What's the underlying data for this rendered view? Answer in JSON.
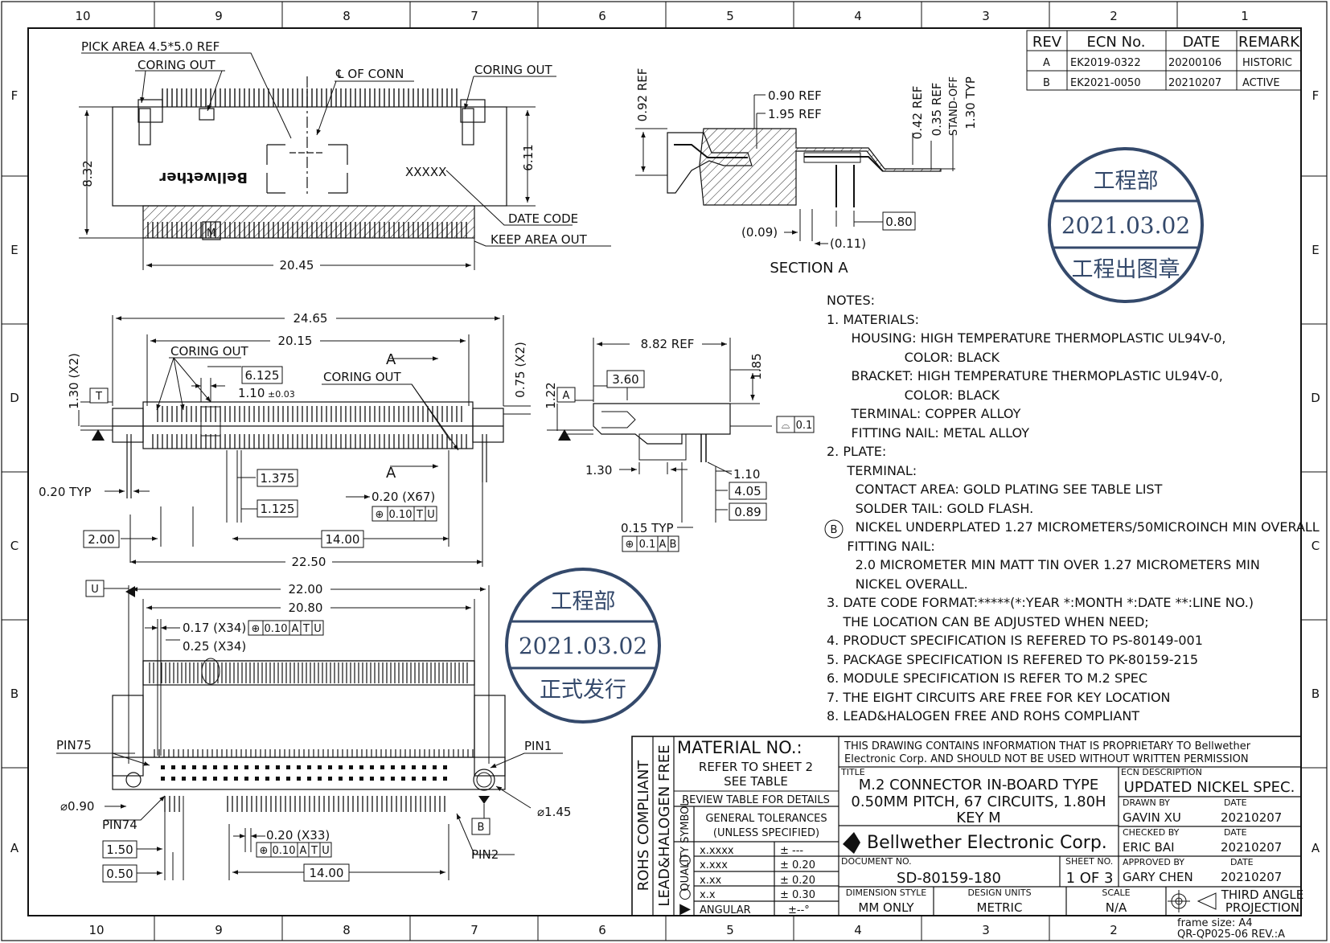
{
  "border": {
    "columns": [
      "10",
      "9",
      "8",
      "7",
      "6",
      "5",
      "4",
      "3",
      "2",
      "1"
    ],
    "rows": [
      "F",
      "E",
      "D",
      "C",
      "B",
      "A"
    ]
  },
  "revisions": {
    "headers": [
      "REV",
      "ECN No.",
      "DATE",
      "REMARK"
    ],
    "rows": [
      [
        "A",
        "EK2019-0322",
        "20200106",
        "HISTORIC"
      ],
      [
        "B",
        "EK2021-0050",
        "20210207",
        "ACTIVE"
      ]
    ]
  },
  "top_view": {
    "pick_area": "PICK AREA 4.5*5.0 REF",
    "coring_out_left": "CORING OUT",
    "coring_out_right": "CORING OUT",
    "conn_center": "℄ OF CONN",
    "height": "8.32",
    "inner_height": "6.11",
    "width": "20.45",
    "logo_mirror": "Bellwether",
    "marking": "XXXXX",
    "date_code": "DATE CODE",
    "keep_area": "KEEP AREA OUT",
    "key_mark": "M"
  },
  "section_a": {
    "title": "SECTION A",
    "d1": "0.92 REF",
    "d2": "0.90 REF",
    "d3": "1.95 REF",
    "d4": "0.42 REF",
    "d5": "0.35 REF",
    "d6": "STAND-OFF",
    "d7": "1.30 TYP",
    "d8": "(0.09)",
    "d9": "(0.11)",
    "d10": "0.80"
  },
  "front_view": {
    "d_total": "24.65",
    "d_inner": "20.15",
    "coring_out_1": "CORING OUT",
    "coring_out_2": "CORING OUT",
    "section_mark": "A",
    "section_mark_2": "A",
    "d_6125": "6.125",
    "d_110": "1.10",
    "d_110_tol": "±0.03",
    "d_130x2": "1.30 (X2)",
    "d_075x2": "0.75 (X2)",
    "datum_t": "T",
    "d_020typ": "0.20 TYP",
    "d_1375": "1.375",
    "d_1125": "1.125",
    "d_020x67": "0.20 (X67)",
    "fcf1": [
      "⊕",
      "0.10",
      "T",
      "U"
    ],
    "d_200": "2.00",
    "d_1400": "14.00",
    "d_2250": "22.50"
  },
  "side_view": {
    "d_882": "8.82  REF",
    "d_185": "1.85",
    "d_360": "3.60",
    "d_122": "1.22",
    "datum_a": "A",
    "flatness": [
      "⌓",
      "0.1"
    ],
    "d_130": "1.30",
    "d_110": "1.10",
    "d_405": "4.05",
    "d_089": "0.89",
    "d_015typ": "0.15 TYP",
    "fcf": [
      "⊕",
      "0.1",
      "A",
      "B"
    ]
  },
  "bottom_view": {
    "datum_u": "U",
    "d_2200": "22.00",
    "d_2080": "20.80",
    "d_017": "0.17 (X34)",
    "fcf1": [
      "⊕",
      "0.10",
      "A",
      "T",
      "U"
    ],
    "d_025": "0.25 (X34)",
    "pin75": "PIN75",
    "pin1": "PIN1",
    "pin74": "PIN74",
    "pin2": "PIN2",
    "d_090": "⌀0.90",
    "d_145": "⌀1.45",
    "datum_b": "B",
    "d_020x33": "0.20 (X33)",
    "fcf2": [
      "⊕",
      "0.10",
      "A",
      "T",
      "U"
    ],
    "d_150": "1.50",
    "d_050": "0.50",
    "d_1400": "14.00"
  },
  "stamps": [
    {
      "top": "工程部",
      "date": "2021.03.02",
      "bottom": "工程出图章"
    },
    {
      "top": "工程部",
      "date": "2021.03.02",
      "bottom": "正式发行"
    }
  ],
  "notes": {
    "lines": [
      "NOTES:",
      "1. MATERIALS:",
      "      HOUSING: HIGH TEMPERATURE THERMOPLASTIC UL94V-0,",
      "                   COLOR: BLACK",
      "      BRACKET: HIGH TEMPERATURE THERMOPLASTIC UL94V-0,",
      "                   COLOR: BLACK",
      "      TERMINAL: COPPER ALLOY",
      "      FITTING NAIL: METAL ALLOY",
      "2. PLATE:",
      "     TERMINAL:",
      "       CONTACT AREA: GOLD PLATING SEE TABLE LIST",
      "       SOLDER TAIL: GOLD FLASH.",
      "       NICKEL UNDERPLATED 1.27 MICROMETERS/50MICROINCH MIN OVERALL",
      "     FITTING NAIL:",
      "       2.0 MICROMETER MIN MATT TIN OVER 1.27 MICROMETERS MIN",
      "       NICKEL OVERALL.",
      "3. DATE CODE FORMAT:*****(*:YEAR *:MONTH *:DATE **:LINE NO.)",
      "    THE LOCATION CAN BE ADJUSTED WHEN NEED;",
      "4. PRODUCT SPECIFICATION IS REFERED TO PS-80149-001",
      "5. PACKAGE SPECIFICATION IS REFERED TO PK-80159-215",
      "6. MODULE SPECIFICATION IS REFER TO M.2 SPEC",
      "7. THE EIGHT CIRCUITS ARE FREE FOR KEY LOCATION",
      "8. LEAD&HALOGEN FREE AND ROHS COMPLIANT"
    ],
    "rev_marker": "B"
  },
  "title_block": {
    "rohs": "ROHS COMPLIANT",
    "lead": "LEAD&HALOGEN FREE",
    "quality": "QUALITY SYMBOL",
    "q_symbols": [
      "○",
      "○",
      "▶"
    ],
    "material_no": "MATERIAL  NO.:",
    "refer": "REFER TO SHEET 2",
    "see_table": "SEE TABLE",
    "review": "REVIEW TABLE FOR DETAILS",
    "gen_tol": "GENERAL TOLERANCES",
    "unless": "(UNLESS SPECIFIED)",
    "tolerances": [
      [
        "x.xxxx",
        "± ---"
      ],
      [
        "x.xxx",
        "± 0.20"
      ],
      [
        "x.xx",
        "± 0.20"
      ],
      [
        "x.x",
        "± 0.30"
      ],
      [
        "ANGULAR",
        "±--°"
      ]
    ],
    "proprietary_1": "THIS DRAWING CONTAINS INFORMATION THAT IS PROPRIETARY TO Bellwether",
    "proprietary_2": "Electronic Corp. AND SHOULD NOT BE USED WITHOUT WRITTEN PERMISSION",
    "title_label": "TITLE",
    "title_1": "M.2 CONNECTOR IN-BOARD TYPE",
    "title_2": "0.50MM PITCH, 67 CIRCUITS, 1.80H",
    "title_3": "KEY M",
    "company": "Bellwether Electronic Corp.",
    "ecn_desc_label": "ECN DESCRIPTION",
    "ecn_desc": "UPDATED NICKEL SPEC.",
    "drawn_by_label": "DRAWN BY",
    "drawn_by": "GAVIN XU",
    "date_label": "DATE",
    "drawn_date": "20210207",
    "checked_by_label": "CHECKED BY",
    "checked_by": "ERIC BAI",
    "checked_date": "20210207",
    "approved_by_label": "APPROVED BY",
    "approved_by": "GARY CHEN",
    "approved_date": "20210207",
    "doc_no_label": "DOCUMENT NO.",
    "doc_no": "SD-80159-180",
    "sheet_label": "SHEET NO.",
    "sheet": "1  OF  3",
    "dim_style_label": "DIMENSION STYLE",
    "dim_style": "MM ONLY",
    "design_units_label": "DESIGN UNITS",
    "design_units": "METRIC",
    "scale_label": "SCALE",
    "scale": "N/A",
    "projection_1": "THIRD ANGLE",
    "projection_2": "PROJECTION",
    "frame_size": "frame size: A4",
    "form_no": "QR-QP025-06 REV.:A"
  }
}
